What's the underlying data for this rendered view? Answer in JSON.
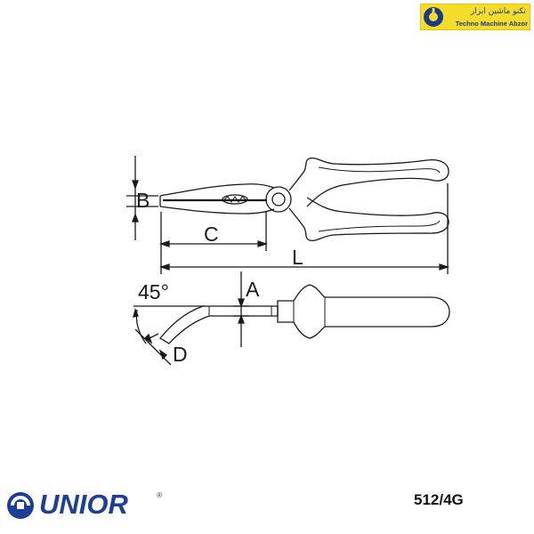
{
  "watermark": {
    "text_fa": "تکنو ماشین ابزار",
    "text_en": "Techno Machine Abzor",
    "logo_icon": "wrench-gear-icon",
    "bg_color": "#f4dc2a",
    "text_color": "#1a3a8a"
  },
  "diagram": {
    "labels": {
      "b": "B",
      "c": "C",
      "l": "L",
      "a": "A",
      "d": "D",
      "angle": "45°"
    }
  },
  "brand": {
    "name": "UNIOR",
    "registered_mark": "®",
    "logo_icon": "unior-swirl-icon",
    "color": "#1d3f99"
  },
  "model": "512/4G"
}
